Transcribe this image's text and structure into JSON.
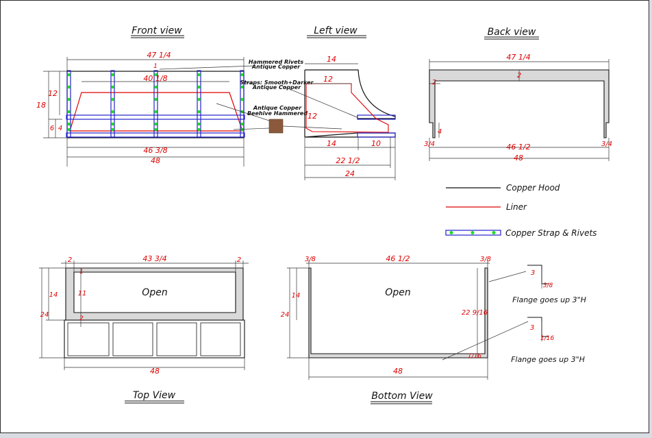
{
  "colors": {
    "hood": "#111111",
    "liner": "#e00000",
    "strap": "#2222cc",
    "rivet": "#22dd22",
    "wall": "#d9d9d9",
    "swatch": "#8b5a3c"
  },
  "views": {
    "front": "Front view",
    "left": "Left view",
    "back": "Back view",
    "top": "Top View",
    "bottom": "Bottom View"
  },
  "notes": {
    "rivets_1": "Hammered Rivets",
    "rivets_2": "Antique Copper",
    "straps_1": "Straps: Smooth+Darker",
    "straps_2": "Antique Copper",
    "swatch_1": "Antique Copper",
    "swatch_2": "Beehive Hammered",
    "open_top": "Open",
    "open_bottom": "Open",
    "flange_1": "Flange goes up 3\"H",
    "flange_2": "Flange goes up 3\"H"
  },
  "legend": {
    "hood": "Copper Hood",
    "liner": "Liner",
    "strap": "Copper Strap & Rivets"
  },
  "dims": {
    "front": {
      "top_w": "47 1/4",
      "inner_w": "40 1/8",
      "inner_small": "1",
      "bottom_w": "46 3/8",
      "total_w": "48",
      "h_upper": "12",
      "h_total": "18",
      "h_lower_a": "6",
      "h_lower_b": "4"
    },
    "left": {
      "top_d": "14",
      "liner_d": "12",
      "liner_h": "12",
      "lower_a": "14",
      "lower_b": "10",
      "depth_mid": "22 1/2",
      "depth_total": "24"
    },
    "back": {
      "top_w": "47 1/4",
      "wall_top": "2",
      "wall_side": "2",
      "side_h": "4",
      "foot_l": "3/4",
      "foot_r": "3/4",
      "inner_w": "46 1/2",
      "total_w": "48"
    },
    "top": {
      "left_wall": "2",
      "inner_w": "43 3/4",
      "right_wall": "2",
      "wall_1": "1",
      "opening_h": "11",
      "wall_2": "2",
      "h_mid": "14",
      "h_total": "24",
      "total_w": "48"
    },
    "bottom": {
      "flange_l": "3/8",
      "inner_w": "46 1/2",
      "flange_r": "3/8",
      "h_mid": "14",
      "h_total": "24",
      "side_depth": "22 9/16",
      "corner": "1/16",
      "total_w": "48",
      "detail1_h": "3",
      "detail1_w": "3/8",
      "detail2_h": "3",
      "detail2_w": "1/16"
    }
  }
}
